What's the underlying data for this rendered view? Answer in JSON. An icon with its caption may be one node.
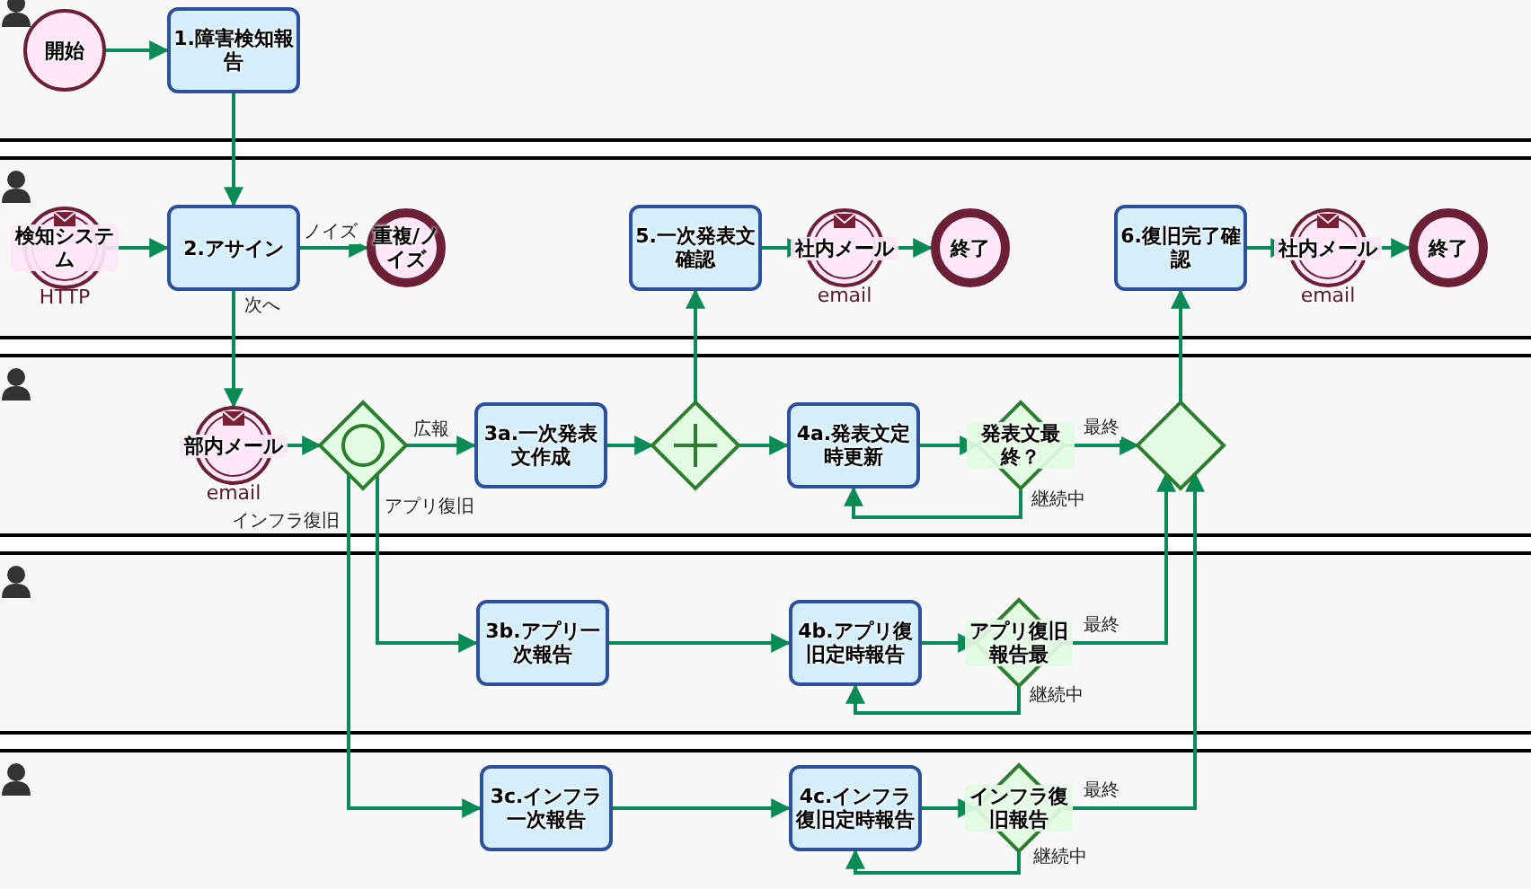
{
  "diagram": {
    "nodes": [
      {
        "text": [
          "開始"
        ]
      },
      {
        "text": [
          "1.障害検知報告"
        ]
      },
      {
        "text": [
          "検知システム"
        ],
        "beside": [
          "HTTP"
        ]
      },
      {
        "text": [
          "2.アサイン"
        ]
      },
      {
        "text": [
          "重複/ノイズ"
        ]
      },
      {
        "text": [
          "5.一次発表文確認"
        ]
      },
      {
        "text": [
          "社内メール"
        ],
        "beside": [
          "email"
        ]
      },
      {
        "text": [
          "終了"
        ]
      },
      {
        "text": [
          "6.復旧完了確認"
        ]
      },
      {
        "text": [
          "社内メール"
        ],
        "beside": [
          "email"
        ]
      },
      {
        "text": [
          "終了"
        ]
      },
      {
        "text": [
          "部内メール"
        ],
        "beside": [
          "email"
        ]
      },
      {
        "text": [],
        "shape": "diamond"
      },
      {
        "text": [
          "3a.一次発表文作成"
        ]
      },
      {
        "text": [],
        "shape": "diamond"
      },
      {
        "text": [
          "4a.発表文定時更新"
        ]
      },
      {
        "text": [
          "発表文最終？"
        ]
      },
      {
        "text": [],
        "shape": "diamond"
      },
      {
        "text": [
          "3b.アプリ一次報告"
        ]
      },
      {
        "text": [
          "4b.アプリ復旧定時報告"
        ]
      },
      {
        "text": [
          "アプリ復旧報告最"
        ]
      },
      {
        "text": [
          "3c.インフラ一次報告"
        ]
      },
      {
        "text": [
          "4c.インフラ復旧定時報告"
        ]
      },
      {
        "text": [
          "インフラ復旧報告"
        ]
      }
    ],
    "edges": [
      {
        "from": 0,
        "to": 1,
        "arrow": "to"
      },
      {
        "from": 1,
        "to": 3,
        "arrow": "to"
      },
      {
        "from": 2,
        "to": 3,
        "arrow": "to"
      },
      {
        "from": 3,
        "to": 4,
        "arrow": "to",
        "label": "ノイズ"
      },
      {
        "from": 3,
        "to": 11,
        "arrow": "to",
        "label": "次へ"
      },
      {
        "from": 11,
        "to": 12,
        "arrow": "to"
      },
      {
        "from": 12,
        "to": 13,
        "arrow": "to",
        "label": "広報"
      },
      {
        "from": 12,
        "to": 18,
        "arrow": "to",
        "label": "アプリ復旧"
      },
      {
        "from": 12,
        "to": 21,
        "arrow": "to",
        "label": "インフラ復旧"
      },
      {
        "from": 13,
        "to": 14,
        "arrow": "to"
      },
      {
        "from": 14,
        "to": 5,
        "arrow": "to"
      },
      {
        "from": 14,
        "to": 15,
        "arrow": "to"
      },
      {
        "from": 5,
        "to": 6,
        "arrow": "to"
      },
      {
        "from": 6,
        "to": 7,
        "arrow": "to"
      },
      {
        "from": 15,
        "to": 16,
        "arrow": "to"
      },
      {
        "from": 16,
        "to": 17,
        "arrow": "to",
        "label": "最終"
      },
      {
        "from": 16,
        "to": 15,
        "arrow": "to",
        "label": "継続中"
      },
      {
        "from": 17,
        "to": 8,
        "arrow": "to"
      },
      {
        "from": 8,
        "to": 9,
        "arrow": "to"
      },
      {
        "from": 9,
        "to": 10,
        "arrow": "to"
      },
      {
        "from": 18,
        "to": 19,
        "arrow": "to"
      },
      {
        "from": 19,
        "to": 20,
        "arrow": "to"
      },
      {
        "from": 20,
        "to": 17,
        "arrow": "to",
        "label": "最終"
      },
      {
        "from": 20,
        "to": 19,
        "arrow": "to",
        "label": "継続中"
      },
      {
        "from": 21,
        "to": 22,
        "arrow": "to"
      },
      {
        "from": 22,
        "to": 23,
        "arrow": "to"
      },
      {
        "from": 23,
        "to": 17,
        "arrow": "to",
        "label": "最終"
      },
      {
        "from": 23,
        "to": 22,
        "arrow": "to",
        "label": "継続中"
      }
    ]
  }
}
